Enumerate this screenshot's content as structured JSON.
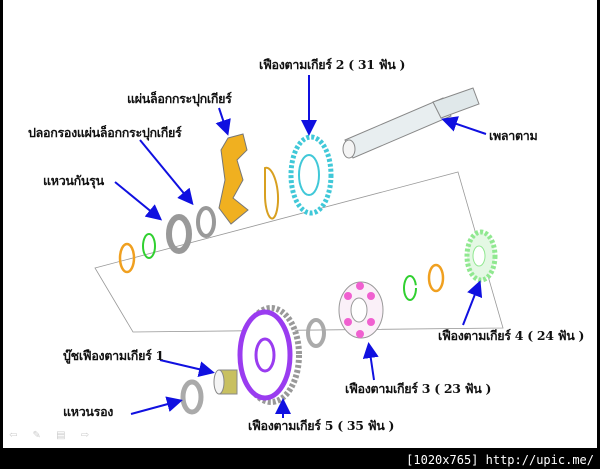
{
  "labels": {
    "gear2": "เฟืองตามเกียร์ 2 ( 31 ฟัน )",
    "lock_plate": "แผ่นล็อกกระปุกเกียร์",
    "lock_plate_collar": "ปลอกรองแผ่นล็อกกระปุกเกียร์",
    "thrust_washer": "แหวนกันรุน",
    "countershaft": "เพลาตาม",
    "gear4": "เฟืองตามเกียร์ 4 ( 24 ฟัน )",
    "gear1_bushing": "บู๊ชเฟืองตามเกียร์ 1",
    "gear3": "เฟืองตามเกียร์ 3 ( 23 ฟัน )",
    "washer": "แหวนรอง",
    "gear5": "เฟืองตามเกียร์ 5 ( 35 ฟัน )"
  },
  "colors": {
    "arrow": "#1010e0",
    "gear2": "#40c8d8",
    "lock_plate": "#f0b020",
    "gear5": "#9a3cf0",
    "gear3": "#f060d0",
    "gear4": "#90e890",
    "snap_ring_green": "#30d030",
    "snap_ring_orange": "#f0a020",
    "bushing": "#c8c060"
  },
  "watermark": "[1020x765] http://upic.me/"
}
